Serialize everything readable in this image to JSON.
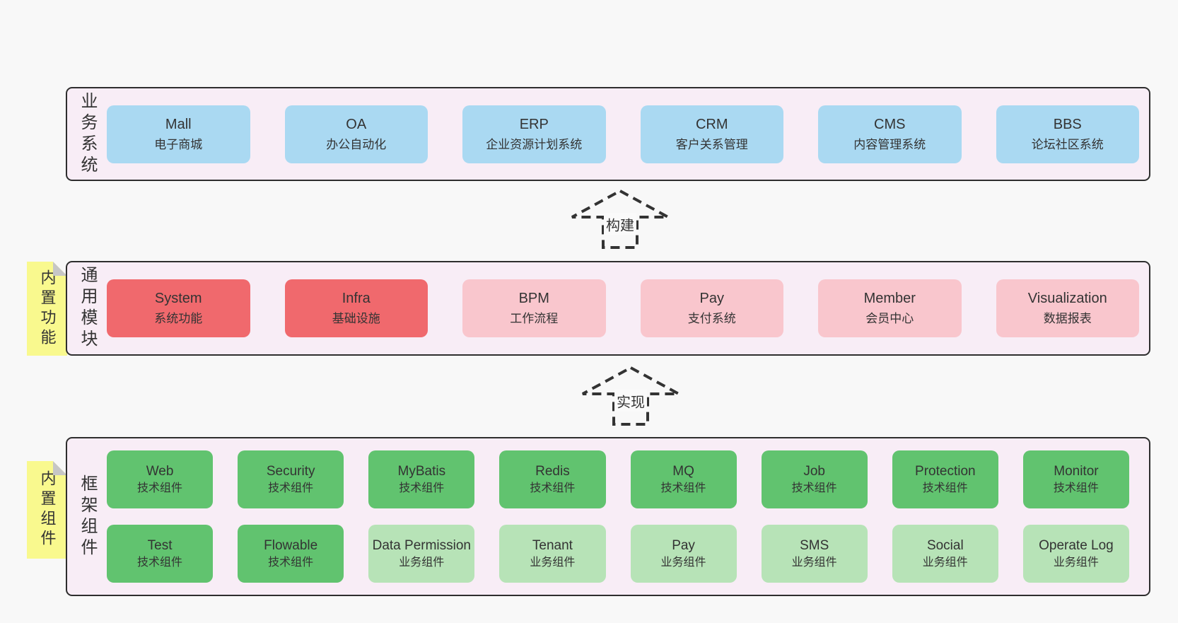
{
  "arrows": {
    "build": {
      "label": "构建"
    },
    "implement": {
      "label": "实现"
    }
  },
  "bands": {
    "business": {
      "label": "业务系统",
      "boxes": [
        {
          "en": "Mall",
          "zh": "电子商城",
          "tone": "blue"
        },
        {
          "en": "OA",
          "zh": "办公自动化",
          "tone": "blue"
        },
        {
          "en": "ERP",
          "zh": "企业资源计划系统",
          "tone": "blue"
        },
        {
          "en": "CRM",
          "zh": "客户关系管理",
          "tone": "blue"
        },
        {
          "en": "CMS",
          "zh": "内容管理系统",
          "tone": "blue"
        },
        {
          "en": "BBS",
          "zh": "论坛社区系统",
          "tone": "blue"
        }
      ]
    },
    "modules": {
      "note": "内置功能",
      "label": "通用模块",
      "boxes": [
        {
          "en": "System",
          "zh": "系统功能",
          "tone": "red"
        },
        {
          "en": "Infra",
          "zh": "基础设施",
          "tone": "red"
        },
        {
          "en": "BPM",
          "zh": "工作流程",
          "tone": "pink"
        },
        {
          "en": "Pay",
          "zh": "支付系统",
          "tone": "pink"
        },
        {
          "en": "Member",
          "zh": "会员中心",
          "tone": "pink"
        },
        {
          "en": "Visualization",
          "zh": "数据报表",
          "tone": "pink"
        }
      ]
    },
    "components": {
      "note": "内置组件",
      "label": "框架组件",
      "rows": [
        [
          {
            "en": "Web",
            "zh": "技术组件",
            "tone": "green"
          },
          {
            "en": "Security",
            "zh": "技术组件",
            "tone": "green"
          },
          {
            "en": "MyBatis",
            "zh": "技术组件",
            "tone": "green"
          },
          {
            "en": "Redis",
            "zh": "技术组件",
            "tone": "green"
          },
          {
            "en": "MQ",
            "zh": "技术组件",
            "tone": "green"
          },
          {
            "en": "Job",
            "zh": "技术组件",
            "tone": "green"
          },
          {
            "en": "Protection",
            "zh": "技术组件",
            "tone": "green"
          },
          {
            "en": "Monitor",
            "zh": "技术组件",
            "tone": "green"
          }
        ],
        [
          {
            "en": "Test",
            "zh": "技术组件",
            "tone": "green"
          },
          {
            "en": "Flowable",
            "zh": "技术组件",
            "tone": "green"
          },
          {
            "en": "Data Permission",
            "zh": "业务组件",
            "tone": "lgreen"
          },
          {
            "en": "Tenant",
            "zh": "业务组件",
            "tone": "lgreen"
          },
          {
            "en": "Pay",
            "zh": "业务组件",
            "tone": "lgreen"
          },
          {
            "en": "SMS",
            "zh": "业务组件",
            "tone": "lgreen"
          },
          {
            "en": "Social",
            "zh": "业务组件",
            "tone": "lgreen"
          },
          {
            "en": "Operate Log",
            "zh": "业务组件",
            "tone": "lgreen"
          }
        ]
      ]
    }
  },
  "colors": {
    "page_bg": "#f8f8f8",
    "band_bg": "#f8edf6",
    "band_border": "#2e2e2e",
    "blue_box": "#aad9f2",
    "red_box": "#f0696d",
    "pink_box": "#f9c6cd",
    "green_box": "#61c36f",
    "light_green_box": "#b7e3b7",
    "sticky_note": "#f9f98e",
    "note_fold": "#c6c6c6",
    "text": "#333333"
  }
}
